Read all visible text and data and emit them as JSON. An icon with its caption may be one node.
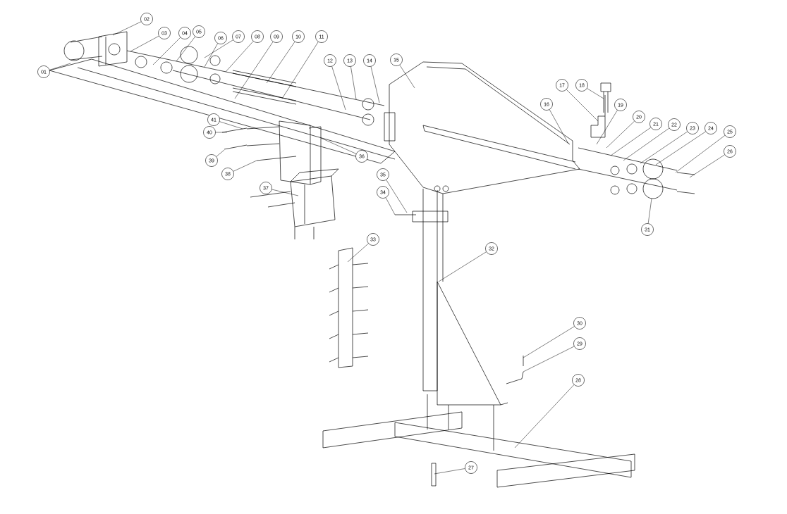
{
  "diagram": {
    "nodes": [
      {
        "text": [
          "01"
        ]
      },
      {
        "text": [
          "02"
        ]
      },
      {
        "text": [
          "03"
        ]
      },
      {
        "text": [
          "04"
        ]
      },
      {
        "text": [
          "05"
        ]
      },
      {
        "text": [
          "06"
        ]
      },
      {
        "text": [
          "07"
        ]
      },
      {
        "text": [
          "08"
        ]
      },
      {
        "text": [
          "09"
        ]
      },
      {
        "text": [
          "10"
        ]
      },
      {
        "text": [
          "11"
        ]
      },
      {
        "text": [
          "12"
        ]
      },
      {
        "text": [
          "13"
        ]
      },
      {
        "text": [
          "14"
        ]
      },
      {
        "text": [
          "15"
        ]
      },
      {
        "text": [
          "16"
        ]
      },
      {
        "text": [
          "17"
        ]
      },
      {
        "text": [
          "18"
        ]
      },
      {
        "text": [
          "19"
        ]
      },
      {
        "text": [
          "20"
        ]
      },
      {
        "text": [
          "21"
        ]
      },
      {
        "text": [
          "22"
        ]
      },
      {
        "text": [
          "23"
        ]
      },
      {
        "text": [
          "24"
        ]
      },
      {
        "text": [
          "25"
        ]
      },
      {
        "text": [
          "26"
        ]
      },
      {
        "text": [
          "27"
        ]
      },
      {
        "text": [
          "28"
        ]
      },
      {
        "text": [
          "29"
        ]
      },
      {
        "text": [
          "30"
        ]
      },
      {
        "text": [
          "31"
        ]
      },
      {
        "text": [
          "32"
        ]
      },
      {
        "text": [
          "33"
        ]
      },
      {
        "text": [
          "34"
        ]
      },
      {
        "text": [
          "35"
        ]
      },
      {
        "text": [
          "36"
        ]
      },
      {
        "text": [
          "37"
        ]
      },
      {
        "text": [
          "38"
        ]
      },
      {
        "text": [
          "39"
        ]
      },
      {
        "text": [
          "40"
        ]
      },
      {
        "text": [
          "41"
        ]
      }
    ],
    "edges": [
      {
        "from": 0,
        "to": null,
        "arrow": "none"
      },
      {
        "from": 1,
        "to": null,
        "arrow": "none"
      },
      {
        "from": 2,
        "to": null,
        "arrow": "none"
      },
      {
        "from": 3,
        "to": null,
        "arrow": "none"
      },
      {
        "from": 4,
        "to": null,
        "arrow": "none"
      },
      {
        "from": 5,
        "to": null,
        "arrow": "none"
      },
      {
        "from": 6,
        "to": null,
        "arrow": "none"
      },
      {
        "from": 7,
        "to": null,
        "arrow": "none"
      },
      {
        "from": 8,
        "to": null,
        "arrow": "none"
      },
      {
        "from": 9,
        "to": null,
        "arrow": "none"
      },
      {
        "from": 10,
        "to": null,
        "arrow": "none"
      },
      {
        "from": 11,
        "to": null,
        "arrow": "none"
      },
      {
        "from": 12,
        "to": null,
        "arrow": "none"
      },
      {
        "from": 13,
        "to": null,
        "arrow": "none"
      },
      {
        "from": 14,
        "to": null,
        "arrow": "none"
      },
      {
        "from": 15,
        "to": null,
        "arrow": "none"
      },
      {
        "from": 16,
        "to": null,
        "arrow": "none"
      },
      {
        "from": 17,
        "to": null,
        "arrow": "none"
      },
      {
        "from": 18,
        "to": null,
        "arrow": "none"
      },
      {
        "from": 19,
        "to": null,
        "arrow": "none"
      },
      {
        "from": 20,
        "to": null,
        "arrow": "none"
      },
      {
        "from": 21,
        "to": null,
        "arrow": "none"
      },
      {
        "from": 22,
        "to": null,
        "arrow": "none"
      },
      {
        "from": 23,
        "to": null,
        "arrow": "none"
      },
      {
        "from": 24,
        "to": null,
        "arrow": "none"
      },
      {
        "from": 25,
        "to": null,
        "arrow": "none"
      },
      {
        "from": 26,
        "to": null,
        "arrow": "none"
      },
      {
        "from": 27,
        "to": null,
        "arrow": "none"
      },
      {
        "from": 28,
        "to": null,
        "arrow": "none"
      },
      {
        "from": 29,
        "to": null,
        "arrow": "none"
      },
      {
        "from": 30,
        "to": null,
        "arrow": "none"
      },
      {
        "from": 31,
        "to": null,
        "arrow": "none"
      },
      {
        "from": 32,
        "to": null,
        "arrow": "none"
      },
      {
        "from": 33,
        "to": null,
        "arrow": "none"
      },
      {
        "from": 34,
        "to": null,
        "arrow": "none"
      },
      {
        "from": 35,
        "to": null,
        "arrow": "none"
      },
      {
        "from": 36,
        "to": null,
        "arrow": "none"
      },
      {
        "from": 37,
        "to": null,
        "arrow": "none"
      },
      {
        "from": 38,
        "to": null,
        "arrow": "none"
      },
      {
        "from": 39,
        "to": null,
        "arrow": "none"
      },
      {
        "from": 40,
        "to": null,
        "arrow": "none"
      }
    ]
  }
}
